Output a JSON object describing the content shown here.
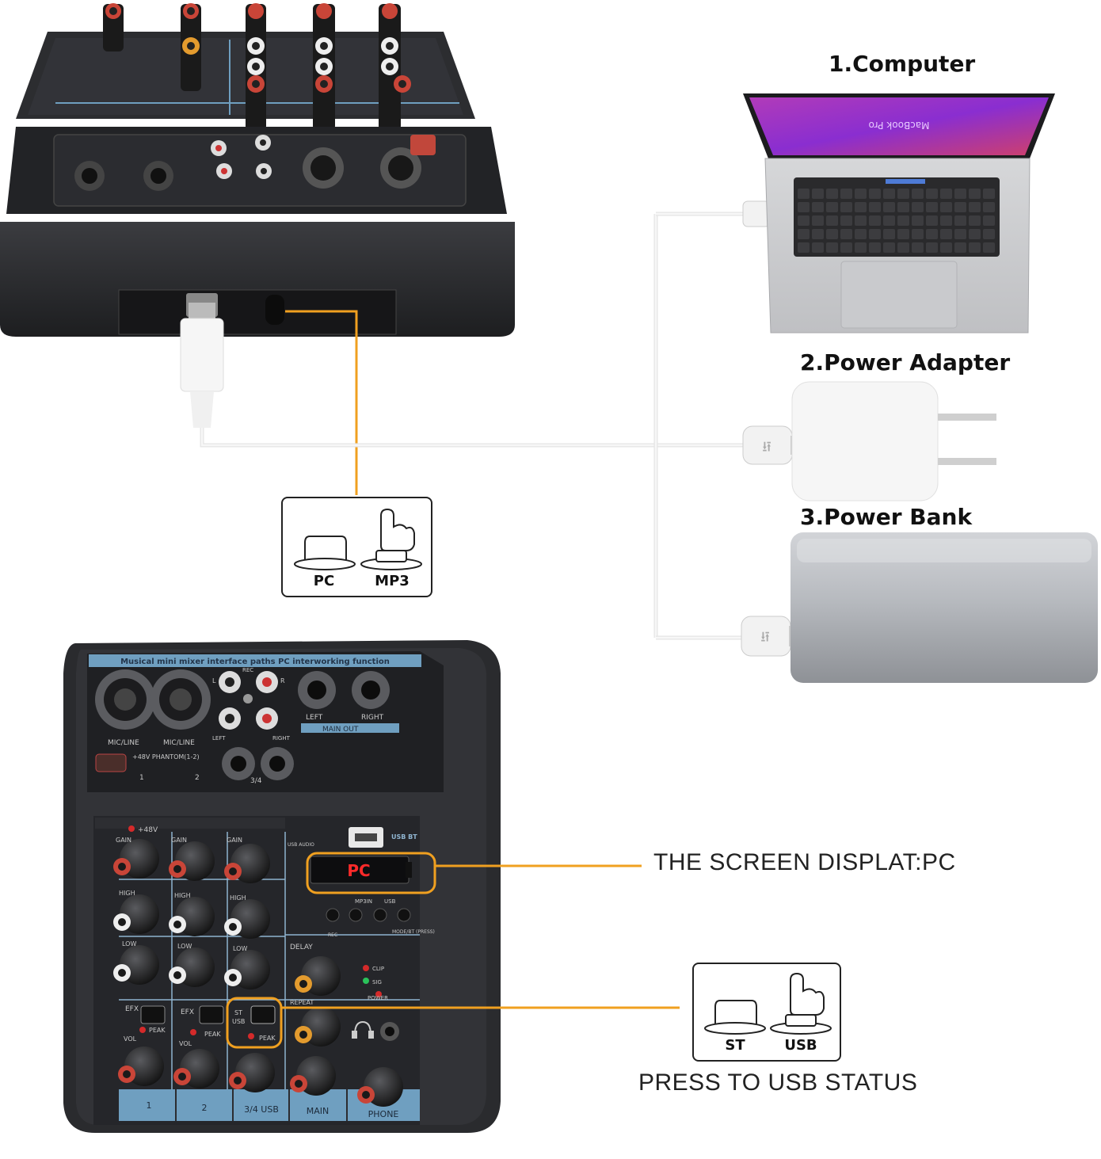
{
  "devices": {
    "computer": {
      "label": "1.Computer",
      "screen_text": "MacBook Pro"
    },
    "power_adapter": {
      "label": "2.Power Adapter"
    },
    "power_bank": {
      "label": "3.Power Bank"
    }
  },
  "top_switch": {
    "left_label": "PC",
    "right_label": "MP3"
  },
  "bottom_switch": {
    "left_label": "ST",
    "right_label": "USB"
  },
  "callouts": {
    "screen_display": "THE SCREEN DISPLAT:PC",
    "press_usb": "PRESS TO USB STATUS"
  },
  "mixer_front": {
    "banner": "Musical mini mixer interface paths PC interworking function",
    "mic_line_1": "MIC/LINE",
    "mic_line_2": "MIC/LINE",
    "phantom": "+48V PHANTOM(1-2)",
    "ch1": "1",
    "ch2": "2",
    "ch34": "3/4",
    "left": "LEFT",
    "right": "RIGHT",
    "main_out": "MAIN OUT",
    "rec": "REC",
    "r": "R",
    "l": "L",
    "rca_left": "LEFT",
    "rca_right": "RIGHT",
    "plus48v": "+48V",
    "gain": "GAIN",
    "high": "HIGH",
    "low": "LOW",
    "efx": "EFX",
    "peak": "PEAK",
    "vol": "VOL",
    "delay": "DELAY",
    "repeat": "REPEAT",
    "clip": "CLIP",
    "sig": "SIG",
    "power": "POWER",
    "usb_bt": "USB BT",
    "usb_audio": "USB AUDIO",
    "display_value": "PC",
    "mp3in": "MP3IN",
    "usb": "USB",
    "st": "ST",
    "usb_switch": "USB",
    "rec_btn": "REC",
    "mode_btn": "MODE/BT (PRESS)",
    "strip_labels": [
      "1",
      "2",
      "3/4 USB",
      "MAIN",
      "PHONE"
    ]
  },
  "colors": {
    "cable_orange": "#f0a020",
    "cable_white": "#e8e8e8",
    "mixer_body": "#2a2b2e",
    "panel_blue": "#6f9fc0",
    "knob_red": "#c94538",
    "knob_orange": "#e39b2e",
    "display_red": "#ff2a2a"
  },
  "icons": [
    "finger-press-icon",
    "usb-symbol-icon",
    "headphone-icon"
  ]
}
